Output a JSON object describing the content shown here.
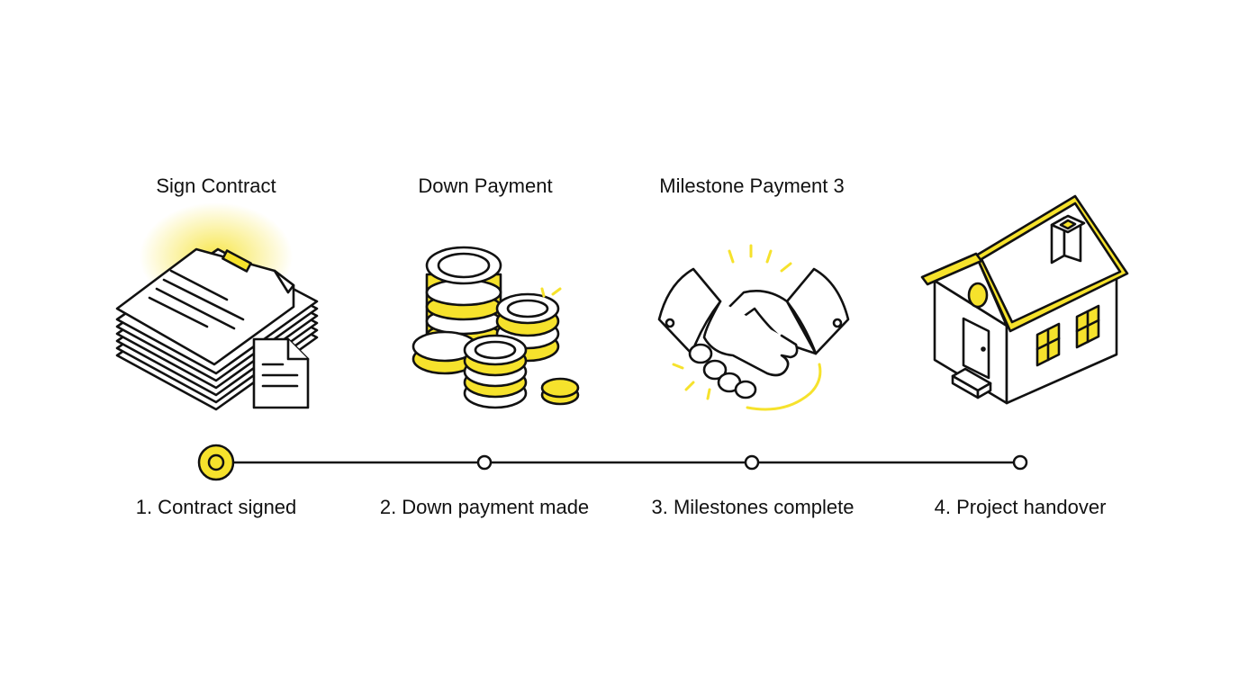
{
  "colors": {
    "accent": "#F6E22C",
    "ink": "#111111",
    "background": "#FFFFFF"
  },
  "steps": [
    {
      "title": "Sign Contract",
      "label": "1. Contract signed",
      "icon": "contract-documents-icon",
      "active": true
    },
    {
      "title": "Down Payment",
      "label": "2. Down payment made",
      "icon": "coin-stacks-icon",
      "active": false
    },
    {
      "title": "Milestone Payment 3",
      "label": "3. Milestones complete",
      "icon": "handshake-icon",
      "active": false
    },
    {
      "title": "",
      "label": "4. Project handover",
      "icon": "house-icon",
      "active": false
    }
  ]
}
